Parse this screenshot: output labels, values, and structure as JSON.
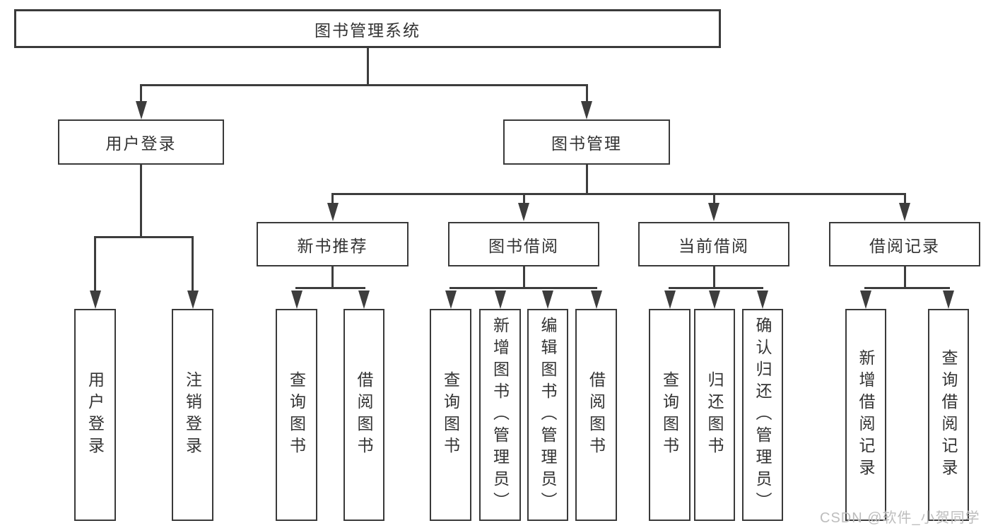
{
  "diagram": {
    "root": {
      "label": "图书管理系统"
    },
    "branches": [
      {
        "label": "用户登录",
        "children": [
          {
            "label": "用户登录"
          },
          {
            "label": "注销登录"
          }
        ]
      },
      {
        "label": "图书管理",
        "children": [
          {
            "label": "新书推荐",
            "children": [
              {
                "label": "查询图书"
              },
              {
                "label": "借阅图书"
              }
            ]
          },
          {
            "label": "图书借阅",
            "children": [
              {
                "label": "查询图书"
              },
              {
                "label": "新增图书（管理员）"
              },
              {
                "label": "编辑图书（管理员）"
              },
              {
                "label": "借阅图书"
              }
            ]
          },
          {
            "label": "当前借阅",
            "children": [
              {
                "label": "查询图书"
              },
              {
                "label": "归还图书"
              },
              {
                "label": "确认归还（管理员）"
              }
            ]
          },
          {
            "label": "借阅记录",
            "children": [
              {
                "label": "新增借阅记录"
              },
              {
                "label": "查询借阅记录"
              }
            ]
          }
        ]
      }
    ]
  },
  "watermark": {
    "text": "CSDN @软件_小贺同学"
  },
  "colors": {
    "line": "#3d3d3d",
    "text": "#333333",
    "watermark": "#bdbdbd",
    "background": "#ffffff"
  }
}
